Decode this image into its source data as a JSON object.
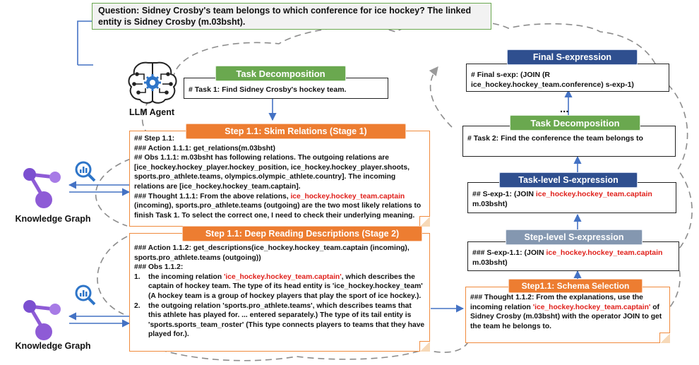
{
  "question": {
    "label": "Question:",
    "text": " Sidney Crosby's team belongs to which conference for ice hockey? The linked entity is Sidney Crosby (m.03bsht)."
  },
  "agent": {
    "label": "LLM Agent"
  },
  "kg": {
    "label": "Knowledge Graph"
  },
  "task1": {
    "title": "Task Decomposition",
    "text": "# Task 1: Find Sidney Crosby's hockey team."
  },
  "step1": {
    "title": "Step 1.1: Skim Relations (Stage 1)",
    "header": "## Step 1.1:",
    "action": "### Action 1.1.1: get_relations(m.03bsht)",
    "obs": "## Obs 1.1.1: m.03bsht has following relations. The outgoing relations are [ice_hockey.hockey_player.hockey_position, ice_hockey.hockey_player.shoots, sports.pro_athlete.teams, olympics.olympic_athlete.country]. The incoming relations are [ice_hockey.hockey_team.captain].",
    "thought_pre": "### Thought 1.1.1: From the above relations, ",
    "thought_red": "ice_hockey.hockey_team.captain",
    "thought_post": " (incoming), sports.pro_athlete.teams (outgoing) are the two most likely relations to finish Task 1. To select the correct one, I need to check their underlying meaning."
  },
  "step2": {
    "title": "Step 1.1: Deep Reading Descriptions (Stage 2)",
    "action": "### Action 1.1.2: get_descriptions(ice_hockey.hockey_team.captain (incoming), sports.pro_athlete.teams (outgoing))",
    "obs_header": "### Obs 1.1.2:",
    "item1_num": "1.",
    "item1_pre": "the incoming relation ",
    "item1_red": "'ice_hockey.hockey_team.captain'",
    "item1_post": ", which describes the captain of hockey team. The type of its head entity is 'ice_hockey.hockey_team' (A hockey team is a group of hockey players that play the sport of ice hockey.).",
    "item2_num": "2.",
    "item2_text": "the outgoing relation 'sports.pro_athlete.teams', which describes teams that this athlete has played for. ... entered separately.) The type of its tail entity is 'sports.sports_team_roster' (This type connects players to teams that they have played for.)."
  },
  "schema": {
    "title": "Step1.1: Schema Selection",
    "pre": "### Thought 1.1.2: From the explanations, use the incoming relation ",
    "red": "'ice_hockey.hockey_team.captain'",
    "post": " of Sidney Crosby (m.03bsht) with the operator JOIN to get the team he belongs to."
  },
  "step_sexp": {
    "title": "Step-level S-expression",
    "pre": "### S-exp-1.1: (JOIN ",
    "red": "ice_hockey.hockey_team.captain",
    "post": " m.03bsht)"
  },
  "task_sexp": {
    "title": "Task-level S-expression",
    "pre": "## S-exp-1: (JOIN ",
    "red": "ice_hockey.hockey_team.captain",
    "post": " m.03bsht)"
  },
  "task2": {
    "title": "Task Decomposition",
    "text": "# Task 2: Find the conference the team belongs to"
  },
  "ellipsis": "...",
  "final": {
    "title": "Final S-expression",
    "text": "# Final s-exp:  (JOIN (R ice_hockey.hockey_team.conference) s-exp-1)"
  },
  "colors": {
    "green": "#6aa84f",
    "orange": "#ed7d31",
    "navy": "#2f4f8f",
    "slate": "#8497b0",
    "red": "#e0201b",
    "arrow": "#4472c4",
    "graph": "#8e5bd6"
  }
}
